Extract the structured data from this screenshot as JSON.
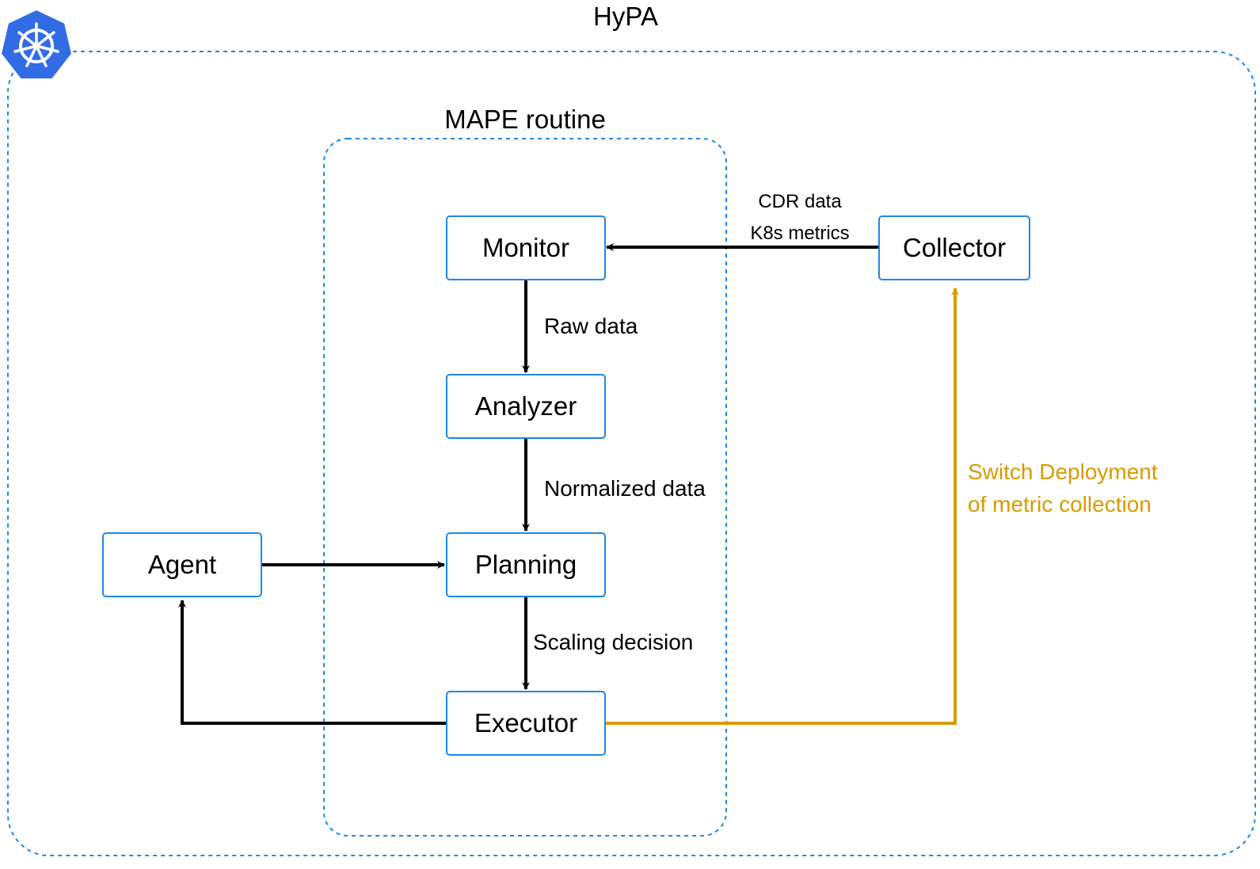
{
  "diagram": {
    "outer_group": {
      "label": "HyPA"
    },
    "inner_group": {
      "label": "MAPE routine"
    },
    "logo": {
      "icon": "kubernetes-helm-icon",
      "color": "#326ce5"
    },
    "nodes": {
      "monitor": "Monitor",
      "analyzer": "Analyzer",
      "planning": "Planning",
      "executor": "Executor",
      "collector": "Collector",
      "agent": "Agent"
    },
    "edges": {
      "collector_to_monitor": {
        "line1": "CDR data",
        "line2": "K8s metrics"
      },
      "monitor_to_analyzer": "Raw data",
      "analyzer_to_planning": "Normalized data",
      "planning_to_executor": "Scaling decision",
      "executor_to_collector": {
        "line1": "Switch Deployment",
        "line2": "of metric collection"
      }
    },
    "colors": {
      "group_border": "#1e88e5",
      "node_border": "#1e88e5",
      "arrow": "#000000",
      "highlight_arrow": "#d79b00"
    }
  }
}
